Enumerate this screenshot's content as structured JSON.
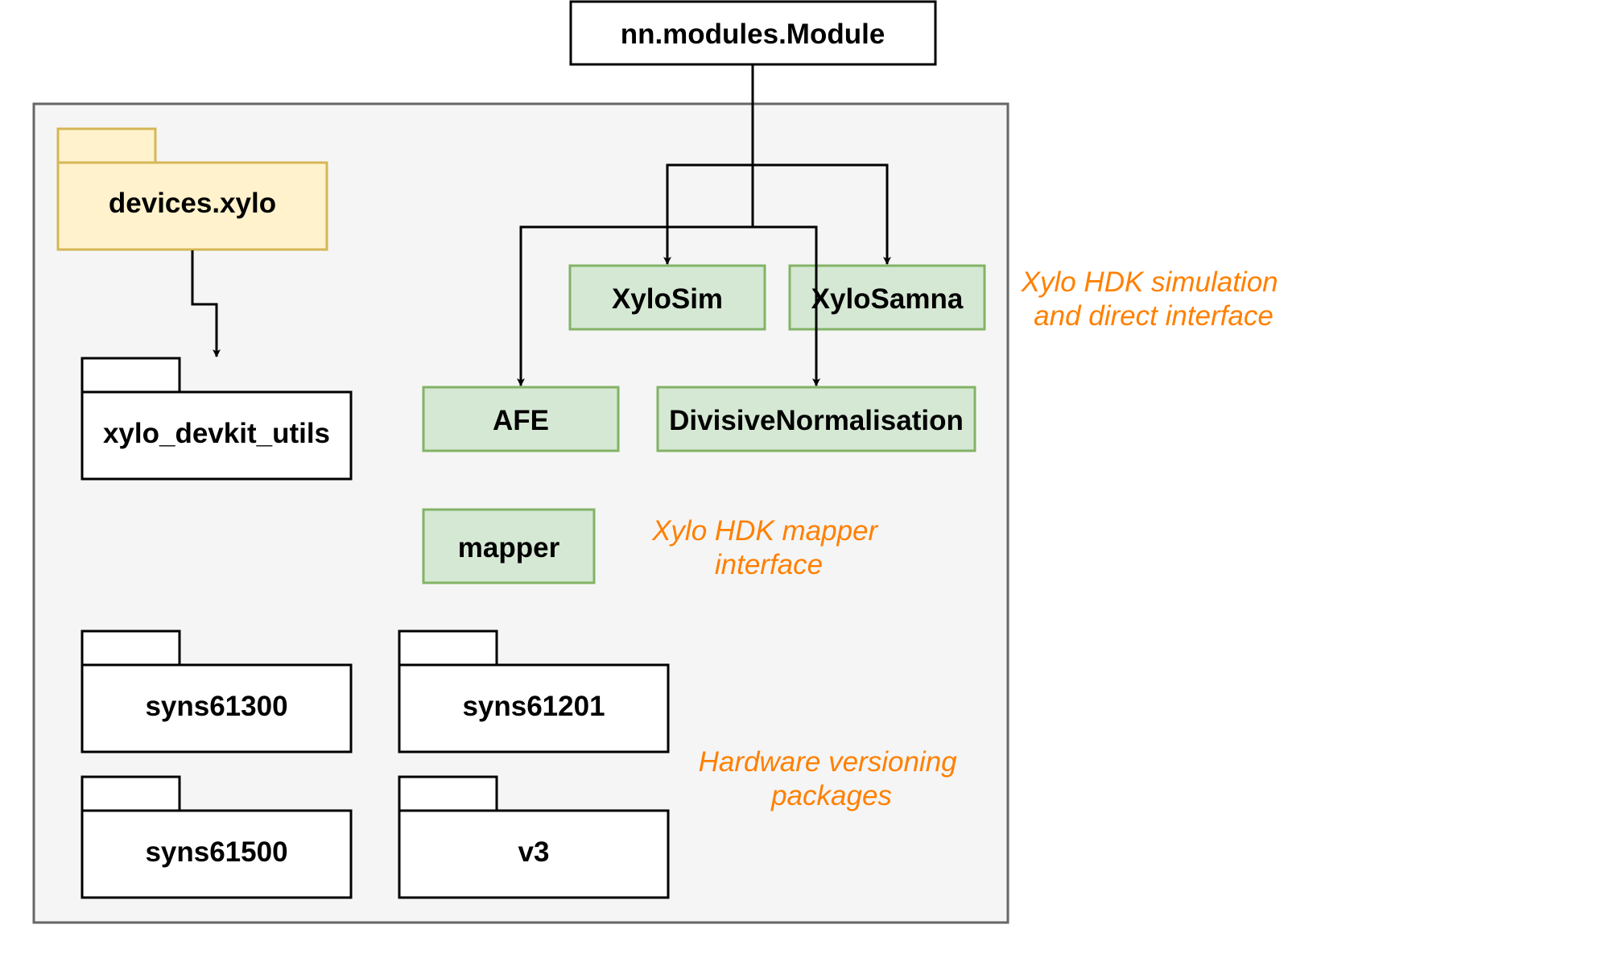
{
  "colors": {
    "container_fill": "#f5f5f5",
    "container_stroke": "#666666",
    "package_yellow_fill": "#fff2cc",
    "package_yellow_stroke": "#d6b656",
    "class_green_fill": "#d5e8d4",
    "class_green_stroke": "#82b366",
    "annotation": "#ff8000",
    "line": "#000000"
  },
  "nodes": {
    "base": "nn.modules.Module",
    "devices_xylo": "devices.xylo",
    "xylo_devkit_utils": "xylo_devkit_utils",
    "xylosim": "XyloSim",
    "xylosamna": "XyloSamna",
    "afe": "AFE",
    "divisive_normalisation": "DivisiveNormalisation",
    "mapper": "mapper",
    "syns61300": "syns61300",
    "syns61201": "syns61201",
    "syns61500": "syns61500",
    "v3": "v3"
  },
  "annotations": {
    "simulation": [
      "Xylo HDK simulation",
      "and direct interface"
    ],
    "mapper": [
      "Xylo HDK mapper",
      "interface"
    ],
    "versioning": [
      "Hardware versioning",
      "packages"
    ]
  }
}
